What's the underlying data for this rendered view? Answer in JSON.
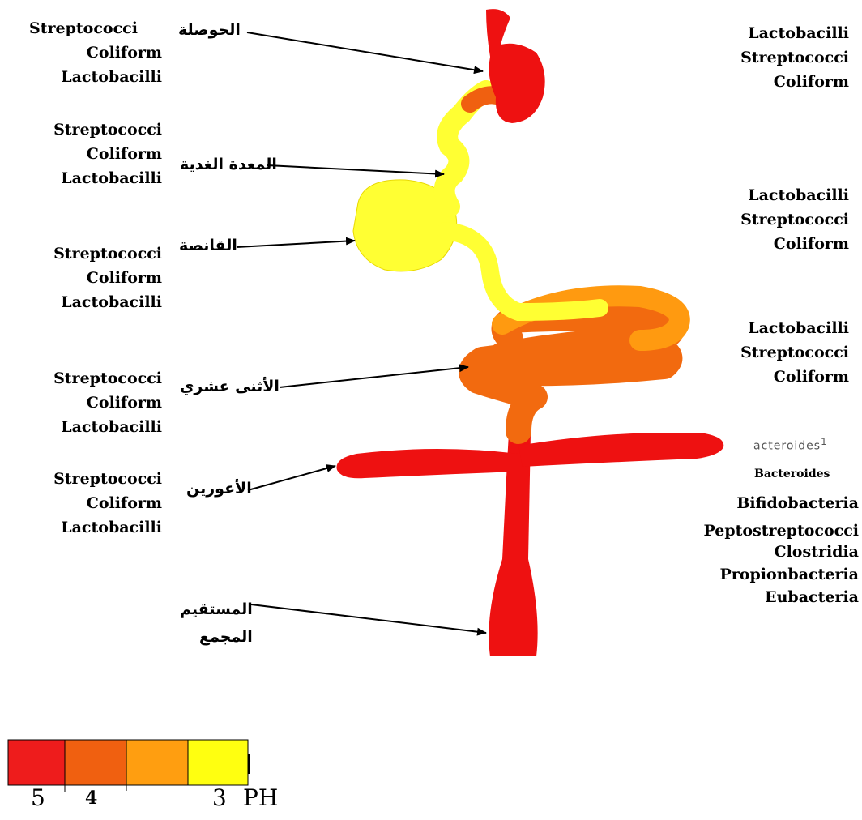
{
  "organs": {
    "crop": "الحوصلة",
    "proventriculus": "المعدة الغدية",
    "gizzard": "القانصة",
    "duodenum": "الأثنى عشري",
    "ceca": "الأعورين",
    "rectum_line1": "المستقيم",
    "rectum_line2": "المجمع"
  },
  "left_labels": [
    [
      "Streptococci",
      "Coliform",
      "Lactobacilli"
    ],
    [
      "Streptococci",
      "Coliform",
      "Lactobacilli"
    ],
    [
      "Streptococci",
      "Coliform",
      "Lactobacilli"
    ],
    [
      "Streptococci",
      "Coliform",
      "Lactobacilli"
    ],
    [
      "Streptococci",
      "Coliform",
      "Lactobacilli"
    ]
  ],
  "right_labels": [
    [
      "Lactobacilli",
      "Streptococci",
      "Coliform"
    ],
    [
      "Lactobacilli",
      "Streptococci",
      "Coliform"
    ],
    [
      "Lactobacilli",
      "Streptococci",
      "Coliform"
    ]
  ],
  "ceca_right": {
    "faint": "acteroides",
    "faint_sup": "1",
    "small": "Bacteroides",
    "list": [
      "Bifidobacteria",
      "Peptostreptococci",
      "Clostridia",
      "Propionbacteria",
      "Eubacteria"
    ]
  },
  "ph_scale": {
    "colors": [
      "#ee1c1c",
      "#f06010",
      "#ff9e10",
      "#ffff10"
    ],
    "tick_5": "5",
    "tick_4": "4",
    "tick_3": "3",
    "unit": "PH"
  },
  "colors": {
    "red": "#ee1111",
    "orange_dark": "#f26a0f",
    "orange": "#ff9a10",
    "yellow": "#ffff33"
  }
}
